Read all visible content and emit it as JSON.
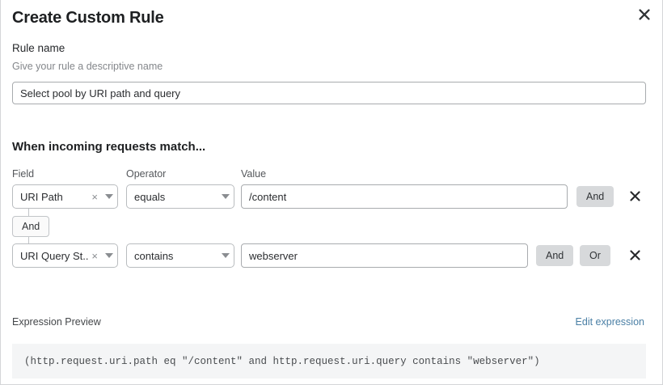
{
  "dialog": {
    "title": "Create Custom Rule",
    "close_icon": "close-icon"
  },
  "rule_name": {
    "label": "Rule name",
    "help": "Give your rule a descriptive name",
    "value": "Select pool by URI path and query",
    "placeholder": "Rule name"
  },
  "match_section": {
    "heading": "When incoming requests match...",
    "columns": {
      "field": "Field",
      "operator": "Operator",
      "value": "Value"
    },
    "connector": {
      "label": "And"
    },
    "rows": [
      {
        "field": "URI Path",
        "field_clear_icon": "clear-icon",
        "field_caret_icon": "chevron-down-icon",
        "operator": "equals",
        "operator_caret_icon": "chevron-down-icon",
        "value": "/content",
        "value_placeholder": "Value",
        "buttons": [
          "And"
        ],
        "delete_icon": "close-icon"
      },
      {
        "field": "URI Query St...",
        "field_clear_icon": "clear-icon",
        "field_caret_icon": "chevron-down-icon",
        "operator": "contains",
        "operator_caret_icon": "chevron-down-icon",
        "value": "webserver",
        "value_placeholder": "Value",
        "buttons": [
          "And",
          "Or"
        ],
        "delete_icon": "close-icon"
      }
    ]
  },
  "expression_preview": {
    "label": "Expression Preview",
    "edit_link": "Edit expression",
    "expression": "(http.request.uri.path eq \"/content\" and http.request.uri.query contains \"webserver\")"
  },
  "colors": {
    "link": "#4a7fa5",
    "button_bg": "#d7d9db",
    "code_bg": "#f4f5f6",
    "border": "#b9bcbf"
  }
}
